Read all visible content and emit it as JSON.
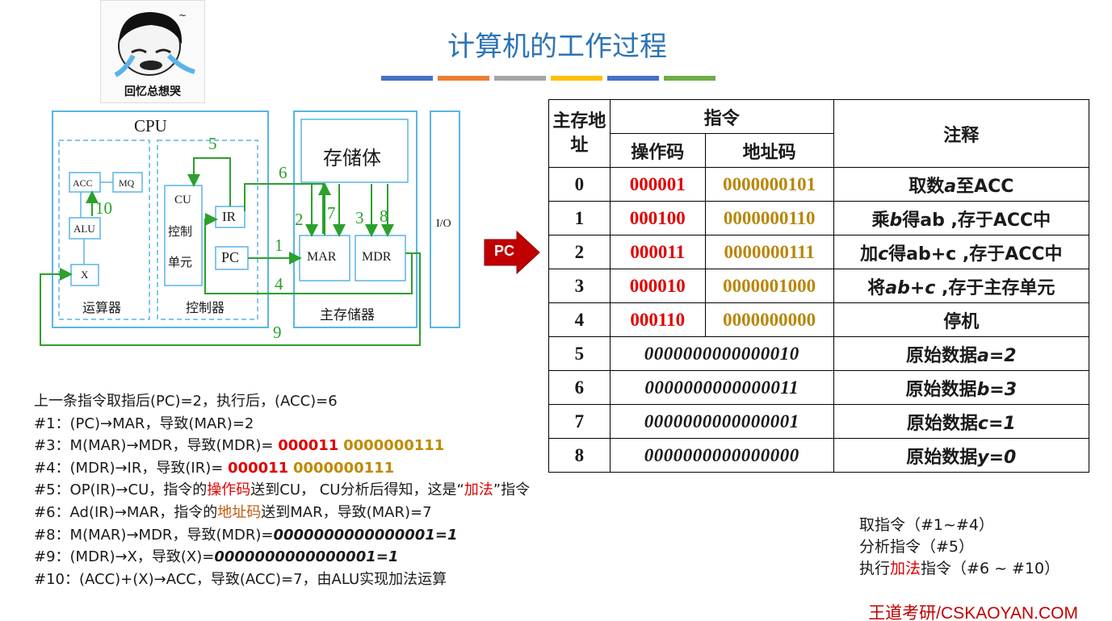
{
  "title": "计算机的工作过程",
  "accent_bars": [
    "#4472c4",
    "#ed7d31",
    "#a5a5a5",
    "#ffc000",
    "#4472c4",
    "#70ad47"
  ],
  "meme": {
    "caption": "回忆总想哭"
  },
  "diagram": {
    "cpu_label": "CPU",
    "acc": "ACC",
    "mq": "MQ",
    "alu": "ALU",
    "x": "X",
    "alu_group": "运算器",
    "cu": "CU",
    "cu_sub1": "控制",
    "cu_sub2": "单元",
    "ir": "IR",
    "pc": "PC",
    "ctrl_group": "控制器",
    "storage": "存储体",
    "mar": "MAR",
    "mdr": "MDR",
    "mem_label": "主存储器",
    "io": "I/O",
    "steps": [
      "1",
      "2",
      "3",
      "4",
      "5",
      "6",
      "7",
      "8",
      "9",
      "10"
    ]
  },
  "pc_pointer": "PC",
  "table": {
    "headers": {
      "addr": "主存地址",
      "instr": "指令",
      "opcode": "操作码",
      "address": "地址码",
      "note": "注释"
    },
    "rows": [
      {
        "addr": "0",
        "op": "000001",
        "ad": "0000000101",
        "note_pre": "取数",
        "note_var": "a",
        "note_post": "至ACC"
      },
      {
        "addr": "1",
        "op": "000100",
        "ad": "0000000110",
        "note_pre": "乘",
        "note_var": "b",
        "note_post": "得ab ,存于ACC中"
      },
      {
        "addr": "2",
        "op": "000011",
        "ad": "0000000111",
        "note_pre": "加",
        "note_var": "c",
        "note_post": "得ab+c ,存于ACC中"
      },
      {
        "addr": "3",
        "op": "000010",
        "ad": "0000001000",
        "note_pre": "将",
        "note_var": "ab+c",
        "note_post": " ,存于主存单元"
      },
      {
        "addr": "4",
        "op": "000110",
        "ad": "0000000000",
        "note_pre": "停机",
        "note_var": "",
        "note_post": ""
      }
    ],
    "data_rows": [
      {
        "addr": "5",
        "value": "0000000000000010",
        "note_pre": "原始数据",
        "note_var": "a=2"
      },
      {
        "addr": "6",
        "value": "0000000000000011",
        "note_pre": "原始数据",
        "note_var": "b=3"
      },
      {
        "addr": "7",
        "value": "0000000000000001",
        "note_pre": "原始数据",
        "note_var": "c=1"
      },
      {
        "addr": "8",
        "value": "0000000000000000",
        "note_pre": "原始数据",
        "note_var": "y=0"
      }
    ]
  },
  "steps_text": {
    "intro": "上一条指令取指后(PC)=2，执行后，(ACC)=6",
    "s1": "#1：(PC)→MAR，导致(MAR)=2",
    "s3_pre": "#3：M(MAR)→MDR，导致(MDR)= ",
    "s3_op": "000011",
    "s3_ad": "0000000111",
    "s4_pre": "#4：(MDR)→IR，导致(IR)= ",
    "s4_op": "000011",
    "s4_ad": "0000000111",
    "s5_a": "#5：OP(IR)→CU，指令的",
    "s5_op": "操作码",
    "s5_b": "送到CU， CU分析后得知，这是“",
    "s5_add": "加法",
    "s5_c": "”指令",
    "s6_a": "#6：Ad(IR)→MAR，指令的",
    "s6_ad": "地址码",
    "s6_b": "送到MAR，导致(MAR)=7",
    "s8_pre": "#8：M(MAR)→MDR，导致(MDR)=",
    "s8_val": "0000000000000001=1",
    "s9_pre": "#9：(MDR)→X，导致(X)=",
    "s9_val": "0000000000000001=1",
    "s10": "#10：(ACC)+(X)→ACC，导致(ACC)=7，由ALU实现加法运算"
  },
  "legend": {
    "fetch": "取指令（#1~#4）",
    "analyze": "分析指令（#5）",
    "exec_pre": "执行",
    "exec_add": "加法",
    "exec_post": "指令（#6 ~ #10）"
  },
  "footer": "王道考研/CSKAOYAN.COM"
}
